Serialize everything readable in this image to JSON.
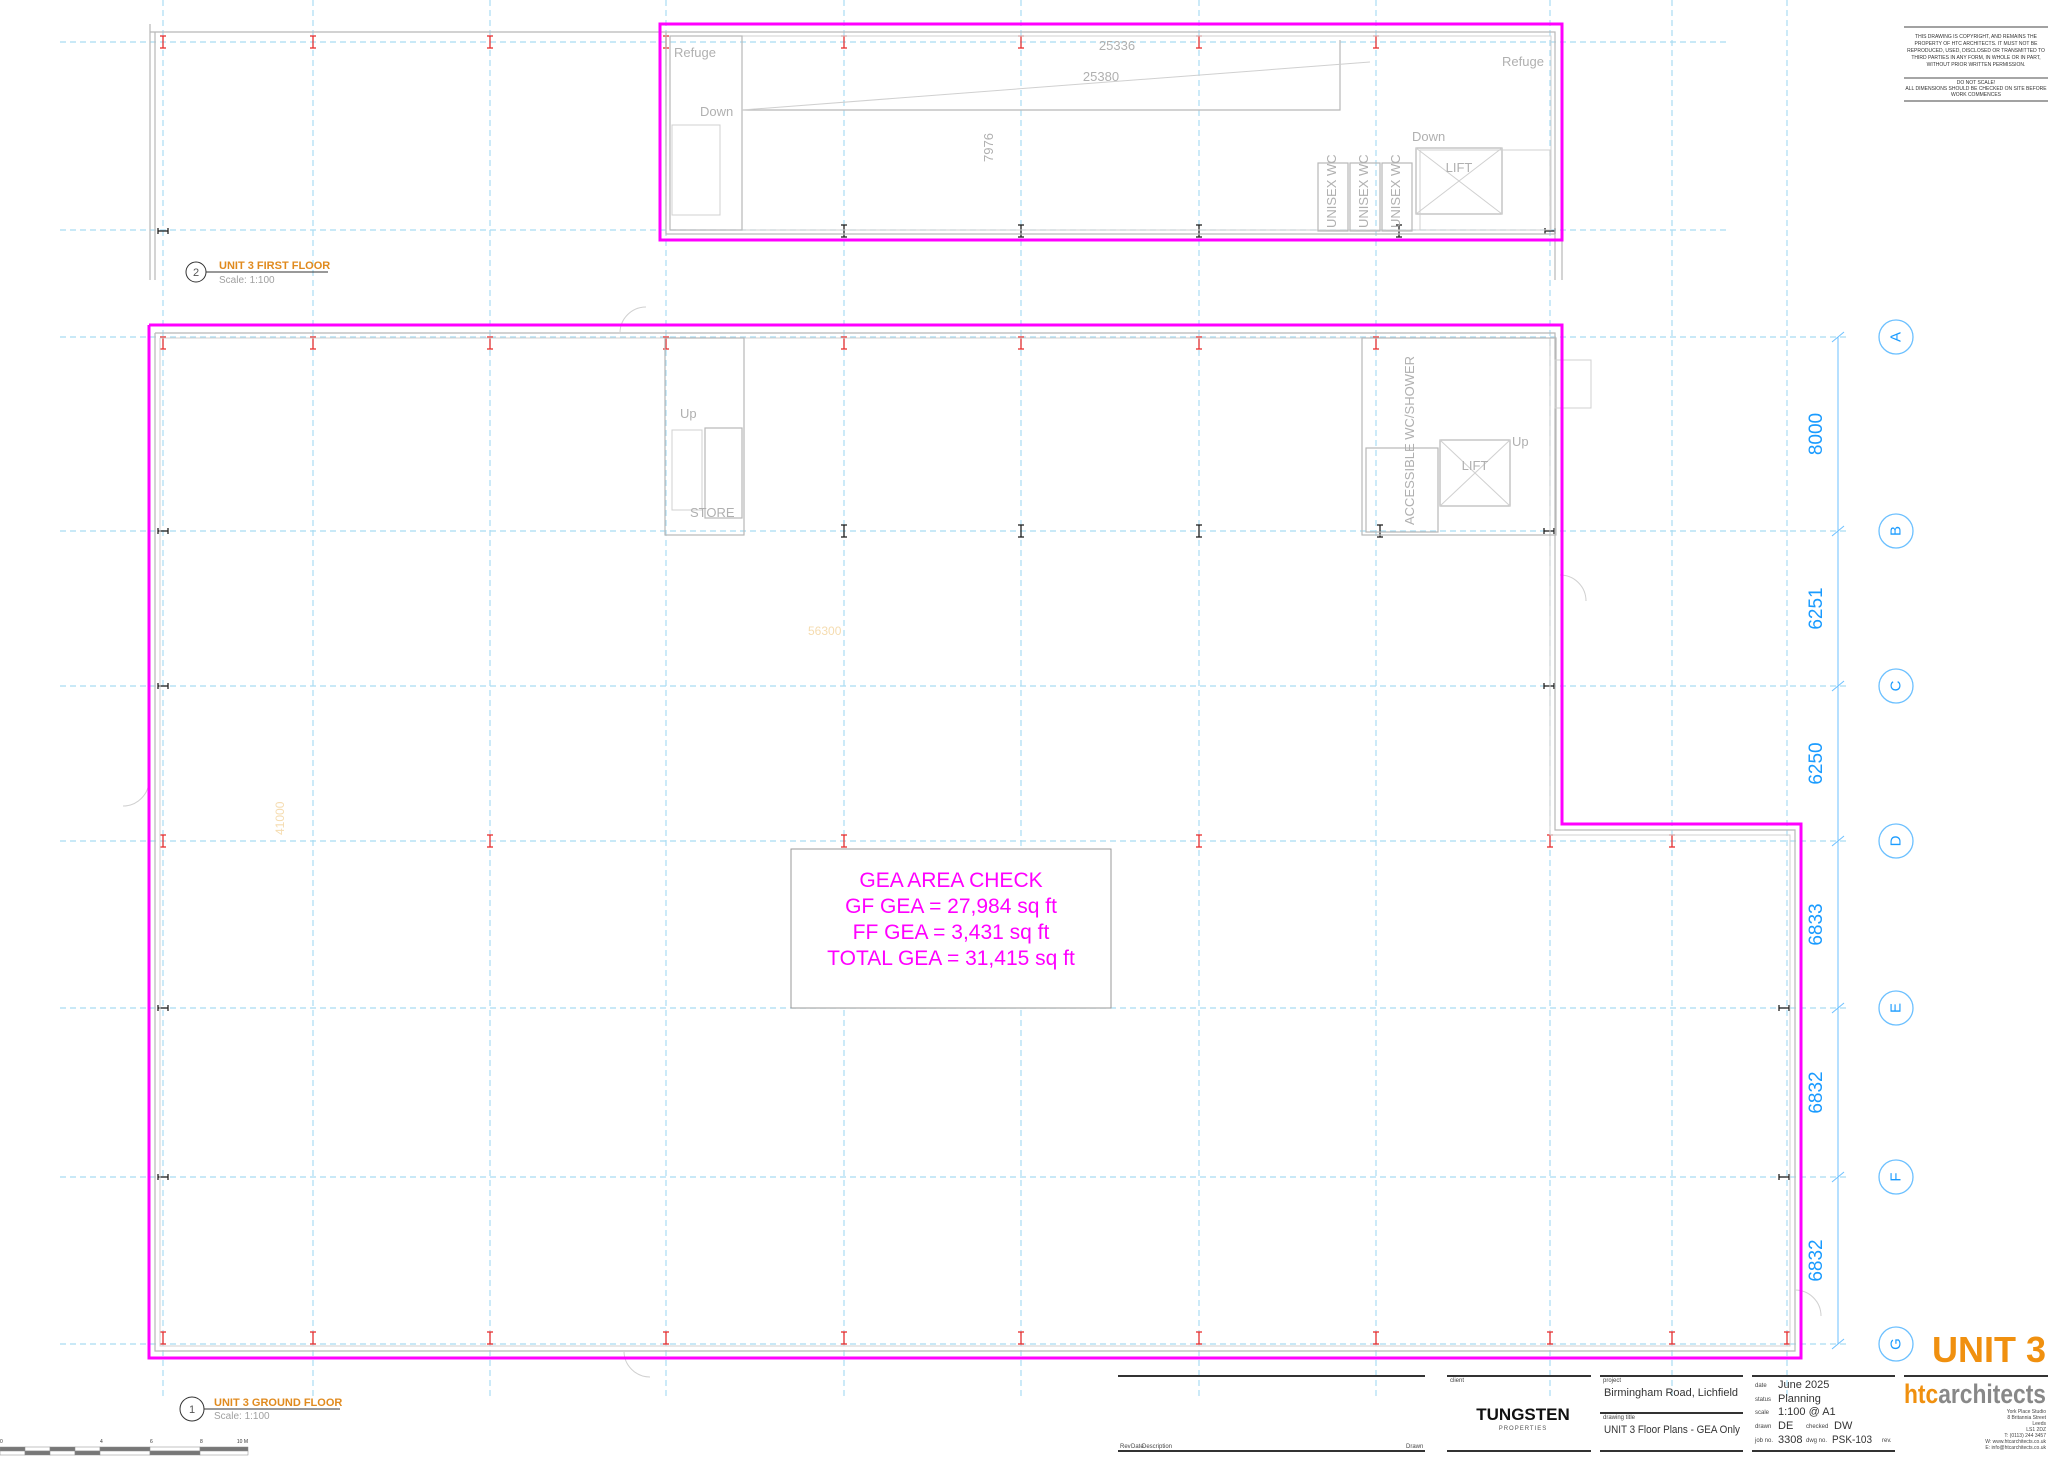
{
  "first_floor": {
    "label_number": "2",
    "title": "UNIT 3 FIRST FLOOR",
    "scale": "Scale: 1:100",
    "rooms": {
      "refuge_left": "Refuge",
      "refuge_right": "Refuge",
      "down_left": "Down",
      "down_right": "Down",
      "lift": "LIFT",
      "wc_1": "UNISEX WC",
      "wc_2": "UNISEX WC",
      "wc_3": "UNISEX WC"
    },
    "dimensions": {
      "top_1": "25336",
      "top_2": "25380",
      "depth": "7976"
    }
  },
  "ground_floor": {
    "label_number": "1",
    "title": "UNIT 3 GROUND FLOOR",
    "scale": "Scale: 1:100",
    "rooms": {
      "up_left": "Up",
      "store": "STORE",
      "accessible_wc": "ACCESSIBLE WC/SHOWER",
      "lift": "LIFT",
      "up_right": "Up"
    },
    "faint_dimensions": {
      "width": "56300",
      "depth": "41000"
    }
  },
  "gea_check": {
    "title": "GEA AREA CHECK",
    "gf": "GF GEA = 27,984 sq ft",
    "ff": "FF GEA = 3,431 sq ft",
    "total": "TOTAL GEA = 31,415 sq ft",
    "color": "#ff00ff"
  },
  "grid": {
    "labels": [
      "A",
      "B",
      "C",
      "D",
      "E",
      "F",
      "G"
    ],
    "dimensions": [
      "8000",
      "6251",
      "6250",
      "6833",
      "6832",
      "6832"
    ]
  },
  "scale_bar": {
    "ticks": [
      "0",
      "4",
      "6",
      "8",
      "10 M"
    ]
  },
  "notes": {
    "copyright": [
      "THIS DRAWING IS COPYRIGHT, AND REMAINS THE",
      "PROPERTY OF HTC ARCHITECTS. IT MUST NOT BE",
      "REPRODUCED, USED, DISCLOSED OR TRANSMITTED TO",
      "THIRD PARTIES IN ANY FORM, IN WHOLE OR IN PART,",
      "WITHOUT PRIOR WRITTEN PERMISSION."
    ],
    "scale_warning": [
      "DO NOT SCALE!",
      "ALL DIMENSIONS SHOULD BE CHECKED ON SITE BEFORE",
      "WORK COMMENCES"
    ]
  },
  "title_block": {
    "revision_headers": {
      "rev": "Rev",
      "date": "Date",
      "description": "Description",
      "drawn": "Drawn"
    },
    "client_label": "client",
    "client_name": "TUNGSTEN",
    "client_sub": "PROPERTIES",
    "project_label": "project",
    "project": "Birmingham Road, Lichfield",
    "drawing_title_label": "drawing title",
    "drawing_title": "UNIT 3 Floor Plans - GEA Only",
    "date_label": "date",
    "date": "June 2025",
    "status_label": "status",
    "status": "Planning",
    "scale_label": "scale",
    "scale": "1:100 @ A1",
    "drawn_label": "drawn",
    "drawn": "DE",
    "checked_label": "checked",
    "checked": "DW",
    "job_label": "job no.",
    "job": "3308",
    "dwg_label": "dwg no.",
    "dwg": "PSK-103",
    "rev_label": "rev.",
    "unit_badge": "UNIT 3",
    "logo_htc": "htc",
    "logo_architects": "architects",
    "address": [
      "York Place Studio",
      "8 Britannia Street",
      "Leeds",
      "LS1 2DZ",
      "T: (0113) 244 3457",
      "W: www.htcarchitects.co.uk",
      "E: info@htcarchitects.co.uk"
    ],
    "accent_color": "#f0900f"
  }
}
